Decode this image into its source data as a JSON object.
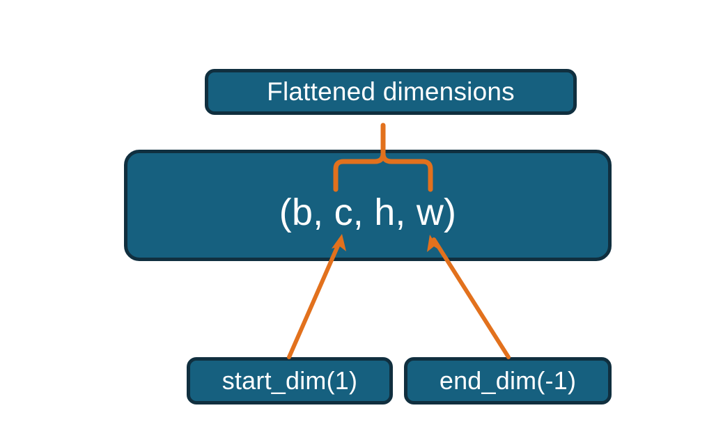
{
  "diagram": {
    "title": "Flatten dimensions diagram",
    "background_color": "#ffffff",
    "node_fill_color": "#16607F",
    "node_border_color": "#102F3F",
    "node_text_color": "#ffffff",
    "connector_color": "#E2711D"
  },
  "nodes": {
    "flattened": {
      "label": "Flattened dimensions"
    },
    "shape": {
      "label": "(b, c, h, w)"
    },
    "start_dim": {
      "label": "start_dim(1)"
    },
    "end_dim": {
      "label": "end_dim(-1)"
    }
  },
  "connectors": [
    {
      "name": "brace-to-flattened",
      "type": "curly-brace-with-pointer",
      "from": "shape",
      "to": "flattened",
      "spans_tokens": [
        "c",
        "h",
        "w"
      ]
    },
    {
      "name": "start-dim-to-shape",
      "type": "arrow",
      "from": "start_dim",
      "to": "shape"
    },
    {
      "name": "end-dim-to-shape",
      "type": "arrow",
      "from": "end_dim",
      "to": "shape"
    }
  ]
}
